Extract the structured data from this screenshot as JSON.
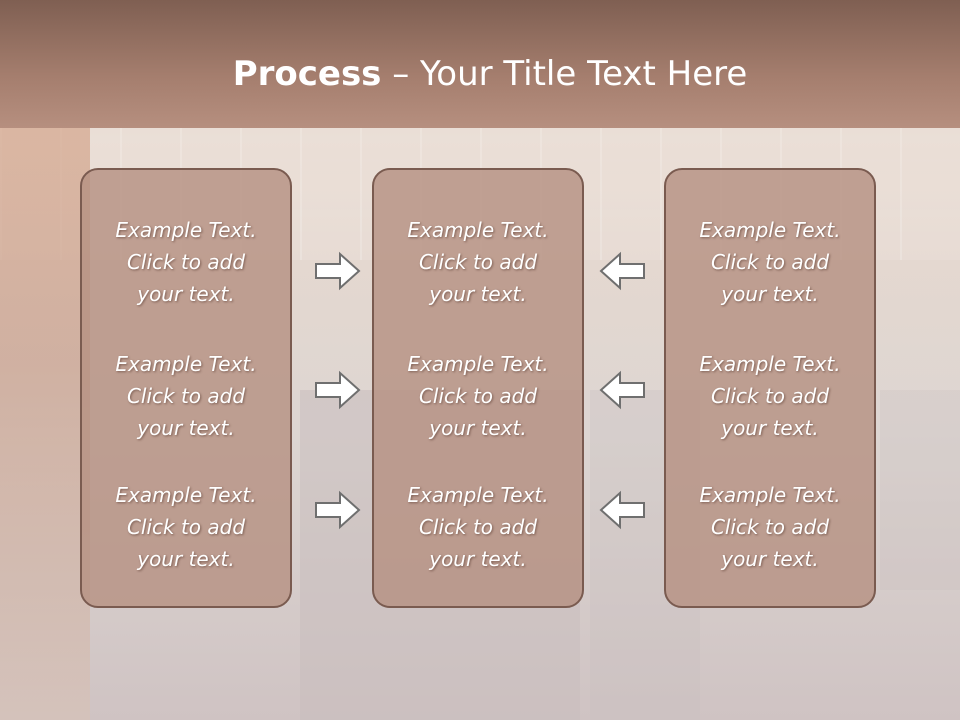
{
  "title": {
    "bold": "Process",
    "rest": " – Your Title Text Here"
  },
  "columns": [
    {
      "items": [
        {
          "line1": "Example Text.",
          "line2": "Click  to add",
          "line3": "your text."
        },
        {
          "line1": "Example Text.",
          "line2": "Click  to add",
          "line3": "your text."
        },
        {
          "line1": "Example Text.",
          "line2": "Click  to add",
          "line3": "your text."
        }
      ]
    },
    {
      "items": [
        {
          "line1": "Example Text.",
          "line2": "Click  to add",
          "line3": "your text."
        },
        {
          "line1": "Example Text.",
          "line2": "Click  to add",
          "line3": "your text."
        },
        {
          "line1": "Example Text.",
          "line2": "Click  to add",
          "line3": "your text."
        }
      ]
    },
    {
      "items": [
        {
          "line1": "Example Text.",
          "line2": "Click  to add",
          "line3": "your text."
        },
        {
          "line1": "Example Text.",
          "line2": "Click  to add",
          "line3": "your text."
        },
        {
          "line1": "Example Text.",
          "line2": "Click  to add",
          "line3": "your text."
        }
      ]
    }
  ],
  "icons": {
    "left_arrows": "arrow-right-icon",
    "right_arrows": "arrow-left-icon"
  },
  "colors": {
    "title_bar": "#a57e6e",
    "box_fill": "#b69182",
    "box_border": "#7a5b50",
    "text": "#ffffff"
  }
}
